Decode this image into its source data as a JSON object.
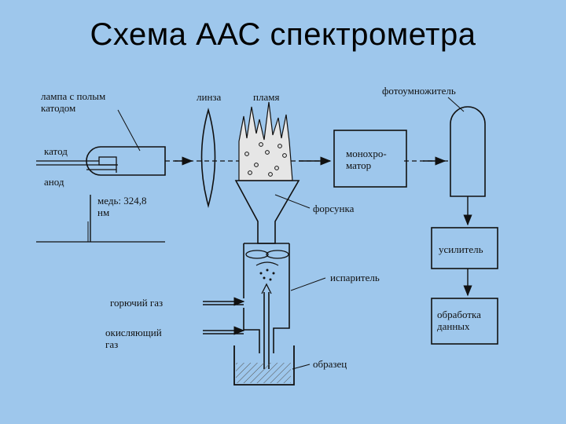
{
  "slide": {
    "title": "Схема ААС спектрометра"
  },
  "labels": {
    "lamp_line1": "лампа с полым",
    "lamp_line2": "катодом",
    "cathode": "катод",
    "anode": "анод",
    "lens": "линза",
    "flame": "пламя",
    "nozzle": "форсунка",
    "evaporator": "испаритель",
    "fuel_gas": "горючий газ",
    "oxidizer_line1": "окисляющий",
    "oxidizer_line2": "газ",
    "sample": "образец",
    "monochromator_line1": "монохро-",
    "monochromator_line2": "матор",
    "photomultiplier": "фотоумножитель",
    "amplifier": "усилитель",
    "processing_line1": "обработка",
    "processing_line2": "данных",
    "copper_line1": "медь: 324,8",
    "copper_line2": "нм"
  },
  "colors": {
    "background": "#9ec7ec",
    "ink": "#111111",
    "flame_fill": "#e6e6e6"
  }
}
